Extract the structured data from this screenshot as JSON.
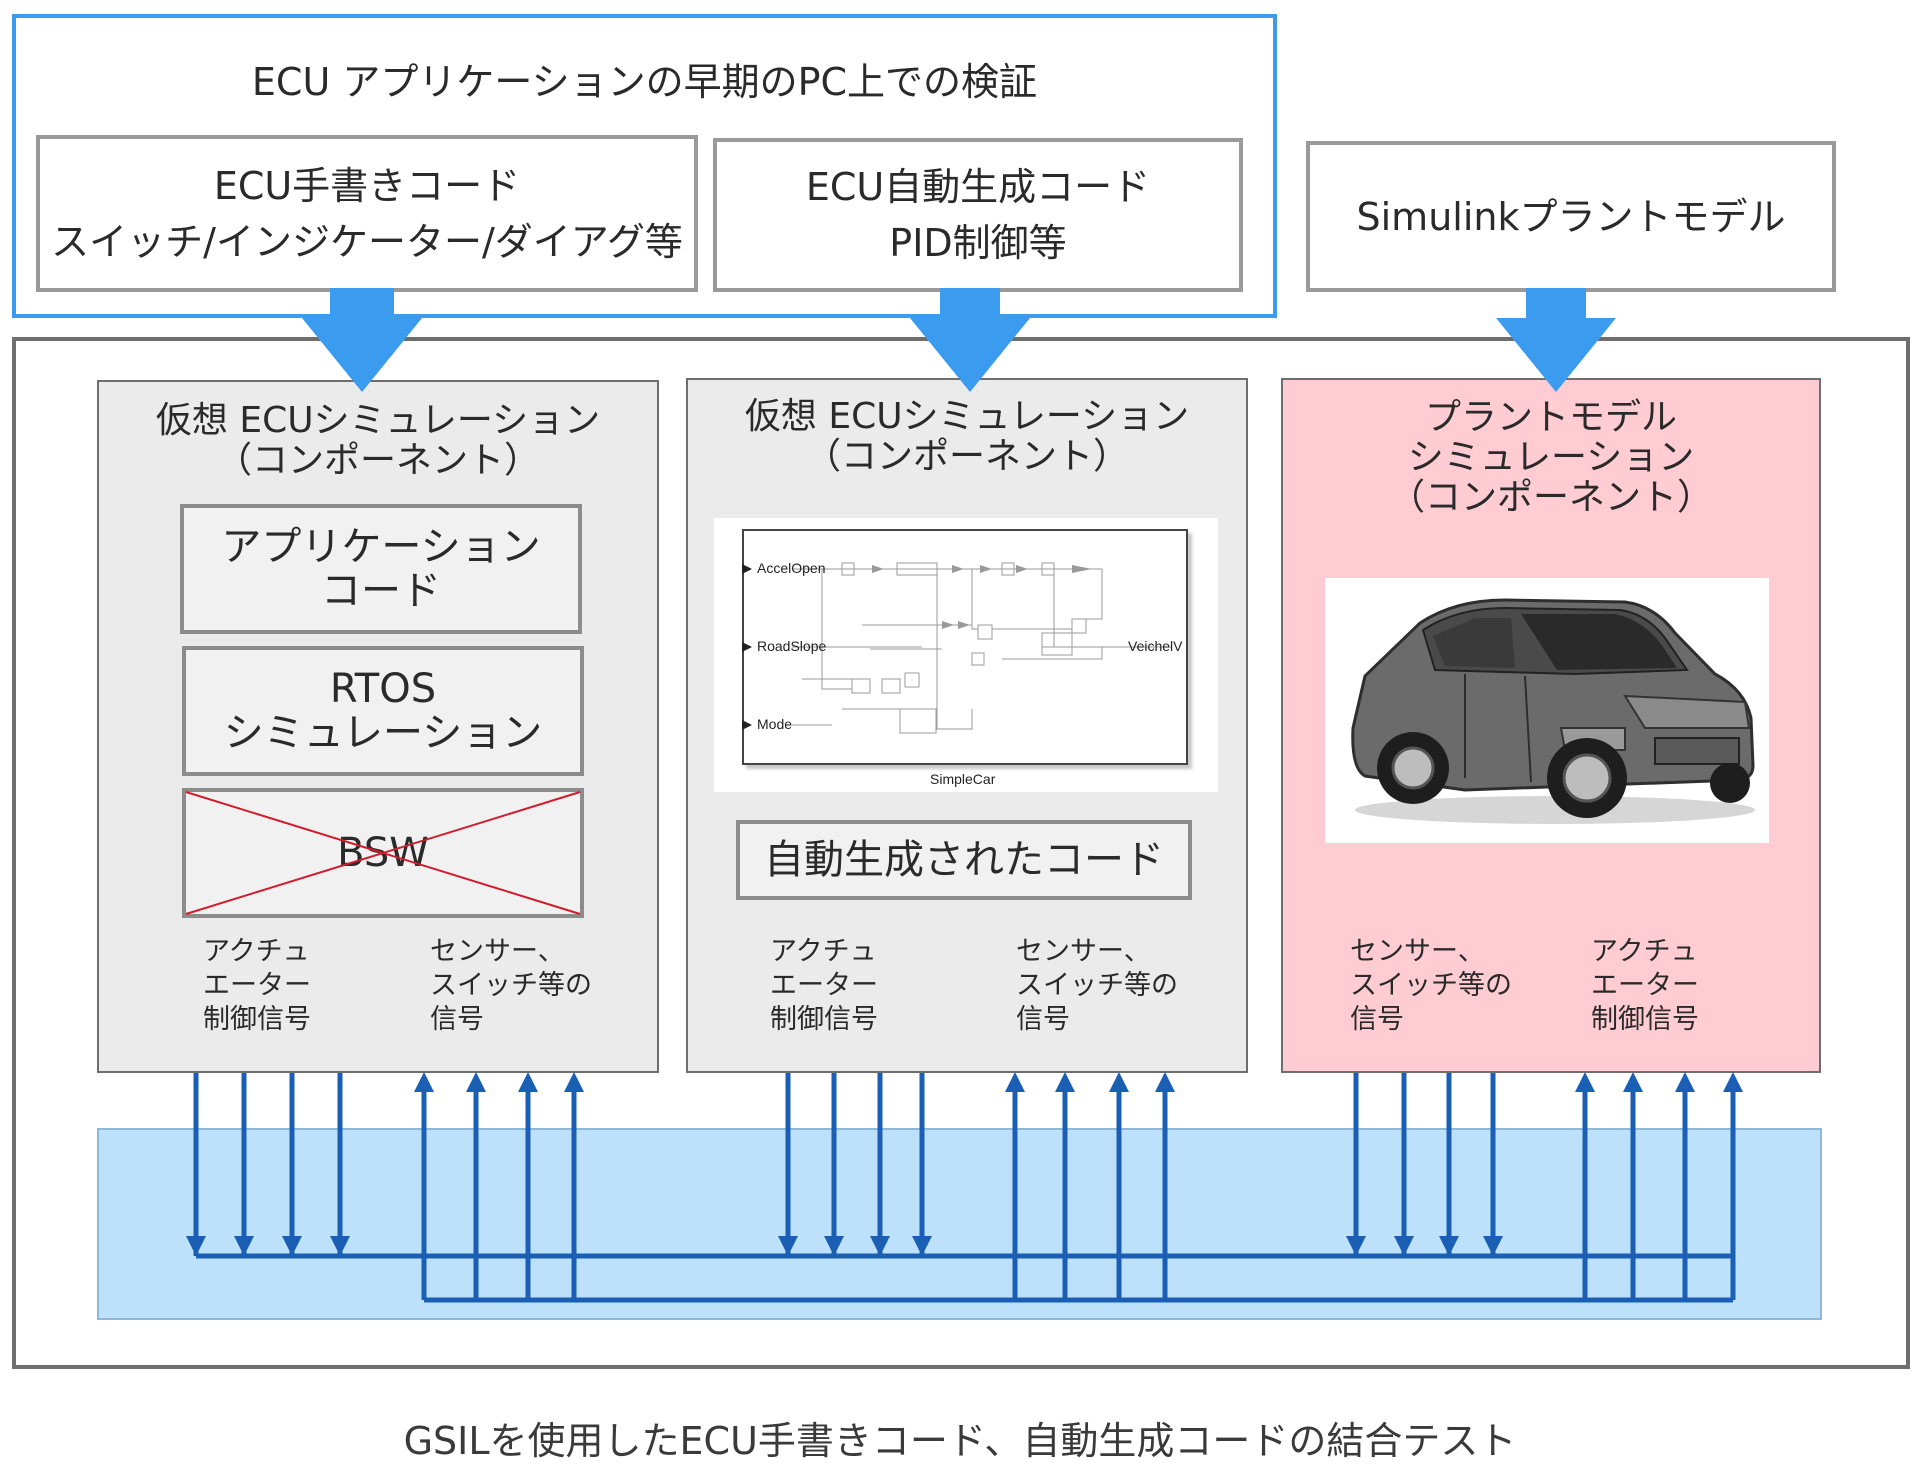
{
  "top_group": {
    "title": "ECU アプリケーションの早期のPC上での検証",
    "handwritten_box": {
      "line1": "ECU手書きコード",
      "line2": "スイッチ/インジケーター/ダイアグ等"
    },
    "autogen_box": {
      "line1": "ECU自動生成コード",
      "line2": "PID制御等"
    }
  },
  "plant_top_box": {
    "label": "Simulinkプラントモデル"
  },
  "component1": {
    "title_line1": "仮想 ECUシミュレーション",
    "title_line2": "（コンポーネント）",
    "app_code": {
      "line1": "アプリケーション",
      "line2": "コード"
    },
    "rtos": {
      "line1": "RTOS",
      "line2": "シミュレーション"
    },
    "bsw": {
      "label": "BSW"
    },
    "signal_left": "アクチュ\nエーター\n制御信号",
    "signal_right": "センサー、\nスイッチ等の\n信号"
  },
  "component2": {
    "title_line1": "仮想 ECUシミュレーション",
    "title_line2": "（コンポーネント）",
    "simulink_block": {
      "inputs": [
        "AccelOpen",
        "RoadSlope",
        "Mode"
      ],
      "output": "VeichelV",
      "name": "SimpleCar"
    },
    "generated_code": {
      "label": "自動生成されたコード"
    },
    "signal_left": "アクチュ\nエーター\n制御信号",
    "signal_right": "センサー、\nスイッチ等の\n信号"
  },
  "component3": {
    "title_line1": "プラントモデル",
    "title_line2": "シミュレーション",
    "title_line3": "（コンポーネント）",
    "image_icon": "car-image",
    "signal_left": "センサー、\nスイッチ等の\n信号",
    "signal_right": "アクチュ\nエーター\n制御信号"
  },
  "caption": "GSILを使用したECU手書きコード、自動生成コードの結合テスト",
  "colors": {
    "accent_blue": "#3b9bef",
    "signal_blue": "#1a5fb4",
    "bus_fill": "#bde0fb",
    "plant_pink": "#ffccd3",
    "bsw_cross": "#d01c2c"
  }
}
